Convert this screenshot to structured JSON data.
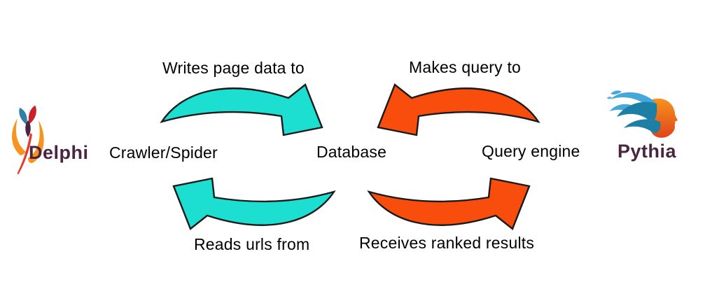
{
  "logos": {
    "delphi": {
      "label": "Delphi",
      "color": "#4A2540"
    },
    "pythia": {
      "label": "Pythia",
      "color": "#4A2540"
    }
  },
  "nodes": {
    "crawler": {
      "label": "Crawler/Spider"
    },
    "database": {
      "label": "Database"
    },
    "query": {
      "label": "Query engine"
    }
  },
  "arrows": {
    "writes": {
      "label": "Writes page data to",
      "color": "#1CDFD2"
    },
    "makes_query": {
      "label": "Makes query to",
      "color": "#F94D0D"
    },
    "reads": {
      "label": "Reads urls from",
      "color": "#1CDFD2"
    },
    "receives": {
      "label": "Receives ranked results",
      "color": "#F94D0D"
    }
  }
}
